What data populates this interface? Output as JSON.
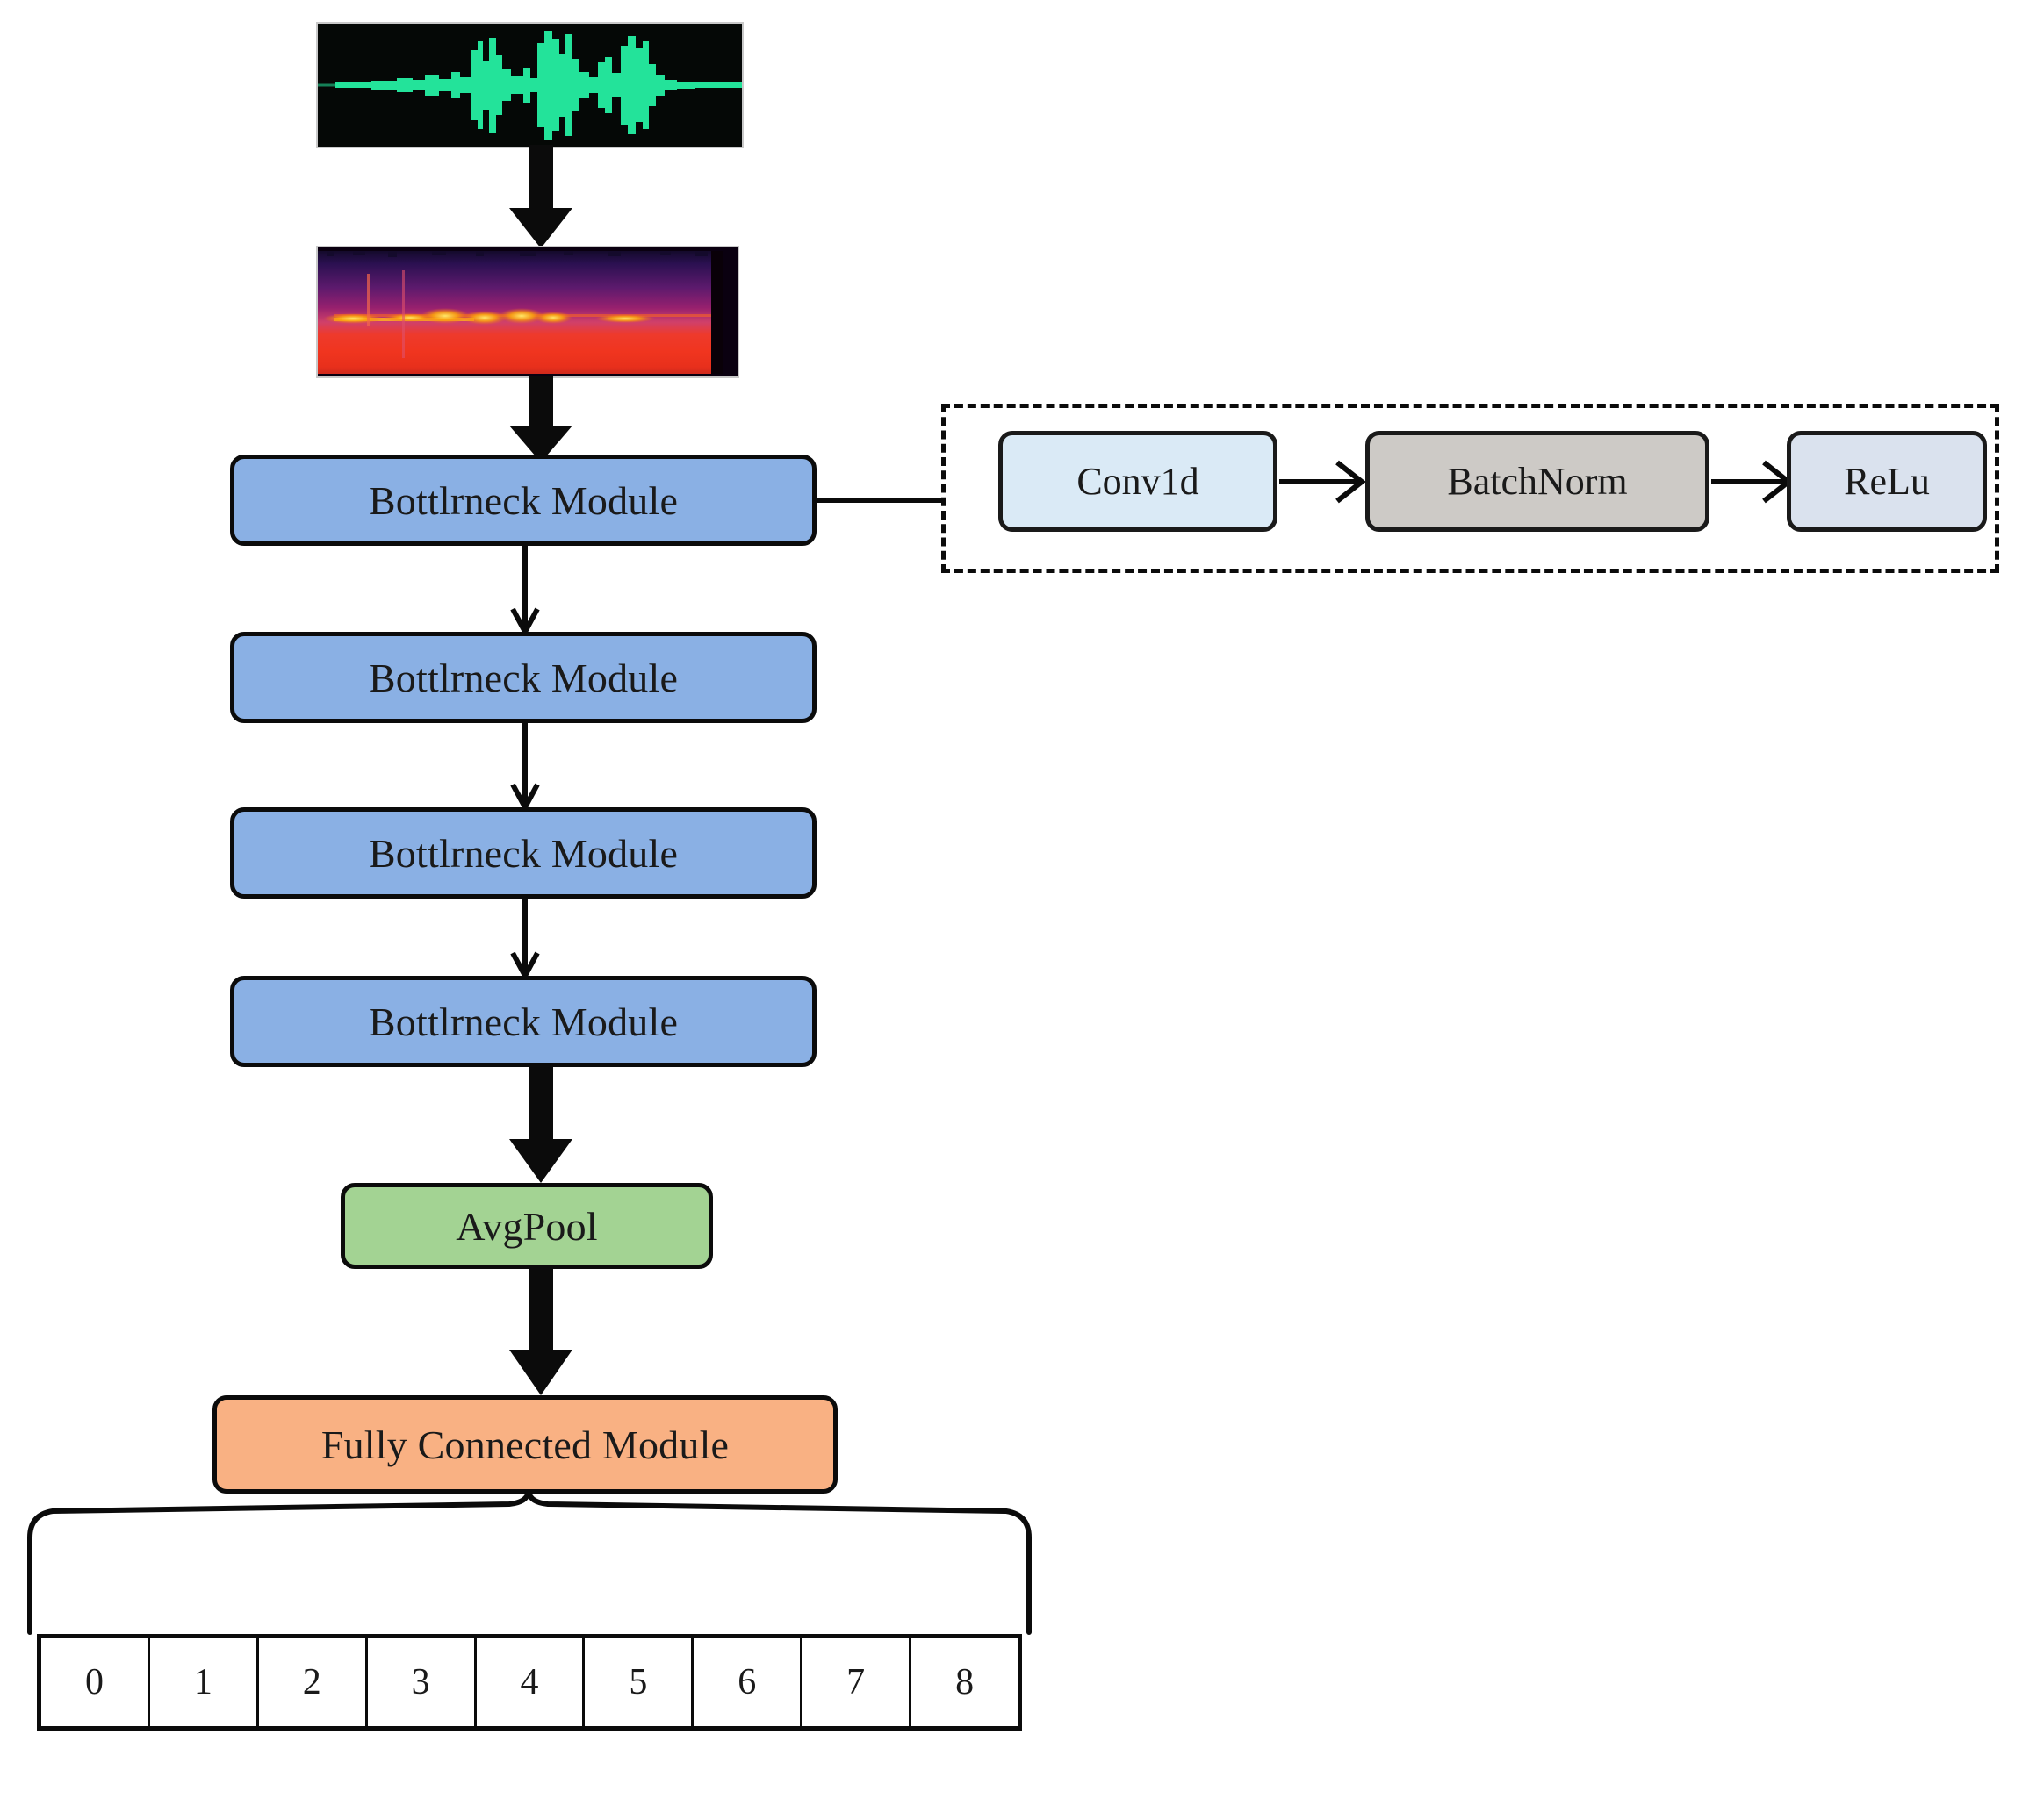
{
  "figure": {
    "title": "Audio classification network architecture diagram",
    "background_color": "#ffffff"
  },
  "inputs": {
    "waveform": {
      "name": "audio-waveform",
      "description": "Green audio waveform on black background",
      "background_color": "#050806",
      "trace_color": "#2ee59d"
    },
    "spectrogram": {
      "name": "mel-spectrogram",
      "description": "Inferno colormap spectrogram",
      "background_color": "#0a0010",
      "colors": [
        "#1b0c3b",
        "#6a176e",
        "#b5367a",
        "#e55c30",
        "#f98e09",
        "#fcffa4"
      ]
    }
  },
  "pipeline": {
    "stages": [
      {
        "label": "Bottlrneck Module",
        "color": "#8ab0e4"
      },
      {
        "label": "Bottlrneck Module",
        "color": "#8ab0e4"
      },
      {
        "label": "Bottlrneck Module",
        "color": "#8ab0e4"
      },
      {
        "label": "Bottlrneck Module",
        "color": "#8ab0e4"
      }
    ],
    "avgpool": {
      "label": "AvgPool",
      "color": "#a3d393"
    },
    "fully_connected": {
      "label": "Fully Connected Module",
      "color": "#f9b183"
    }
  },
  "bottleneck_detail": {
    "border_style": "dashed",
    "items": [
      {
        "label": "Conv1d",
        "color": "#daeaf6"
      },
      {
        "label": "BatchNorm",
        "color": "#cdcac6"
      },
      {
        "label": "ReLu",
        "color": "#dae2ee"
      }
    ]
  },
  "output": {
    "class_count": 9,
    "classes": [
      "0",
      "1",
      "2",
      "3",
      "4",
      "5",
      "6",
      "7",
      "8"
    ]
  },
  "icons": {
    "arrow_down": "arrow-down-icon",
    "arrow_right": "arrow-right-icon",
    "brace": "curly-brace-icon"
  }
}
